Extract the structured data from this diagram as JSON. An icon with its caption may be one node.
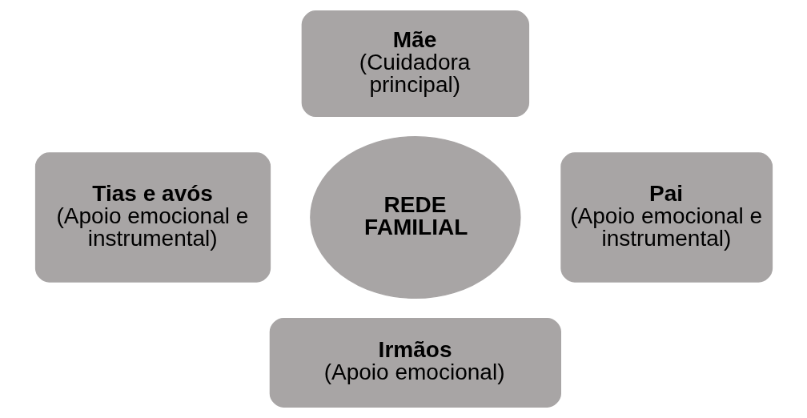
{
  "diagram": {
    "nodes": [
      {
        "text": [
          "Mãe",
          "(Cuidadora principal)"
        ]
      },
      {
        "text": [
          "Tias e avós",
          "(Apoio emocional e instrumental)"
        ]
      },
      {
        "text": [
          "REDE FAMILIAL"
        ]
      },
      {
        "text": [
          "Pai",
          "(Apoio emocional e instrumental)"
        ]
      },
      {
        "text": [
          "Irmãos",
          "(Apoio emocional)"
        ]
      }
    ],
    "edges": []
  }
}
